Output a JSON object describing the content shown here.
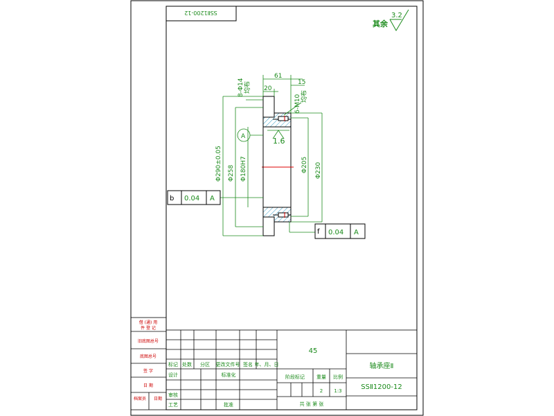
{
  "drawing": {
    "code_top": "SSⅡ1200-12",
    "roughness_rest_label": "其余",
    "roughness_rest_value": "3.2",
    "roughness_local_value": "1.6",
    "datum_label": "A",
    "dims": {
      "holes_8": "8-Φ14",
      "holes_8_note": "均布",
      "d61": "61",
      "d20": "20",
      "d15": "15",
      "tap_6": "6-M10",
      "tap_6_note": "均布",
      "d290": "Φ290±0.05",
      "d258": "Φ258",
      "d180": "Φ180H7",
      "d205": "Φ205",
      "d230": "Φ230"
    },
    "tol_left": {
      "sym": "b",
      "val": "0.04",
      "ref": "A"
    },
    "tol_right": {
      "sym": "f",
      "val": "0.04",
      "ref": "A"
    }
  },
  "title_block": {
    "material": "45",
    "part_name": "轴承座Ⅱ",
    "part_code": "SSⅡ1200-12",
    "headers": [
      "标记",
      "处数",
      "分区",
      "更改文件号",
      "签名",
      "年、月、日"
    ],
    "row_design": "设计",
    "row_std": "标准化",
    "row_check": "审核",
    "row_craft": "工艺",
    "row_approve": "批准",
    "stage_mark": "阶段标记",
    "weight": "重量",
    "scale": "比例",
    "scale_value": "1:3",
    "qty_value": "2",
    "sheet_text": "共  张  第  张"
  },
  "side_block": {
    "r1a": "借 (通) 用",
    "r1b": "件 登 记",
    "r2": "旧底图总号",
    "r3": "底图总号",
    "r4": "签  字",
    "r5": "日  期",
    "r6a": "档案员",
    "r6b": "日期"
  }
}
